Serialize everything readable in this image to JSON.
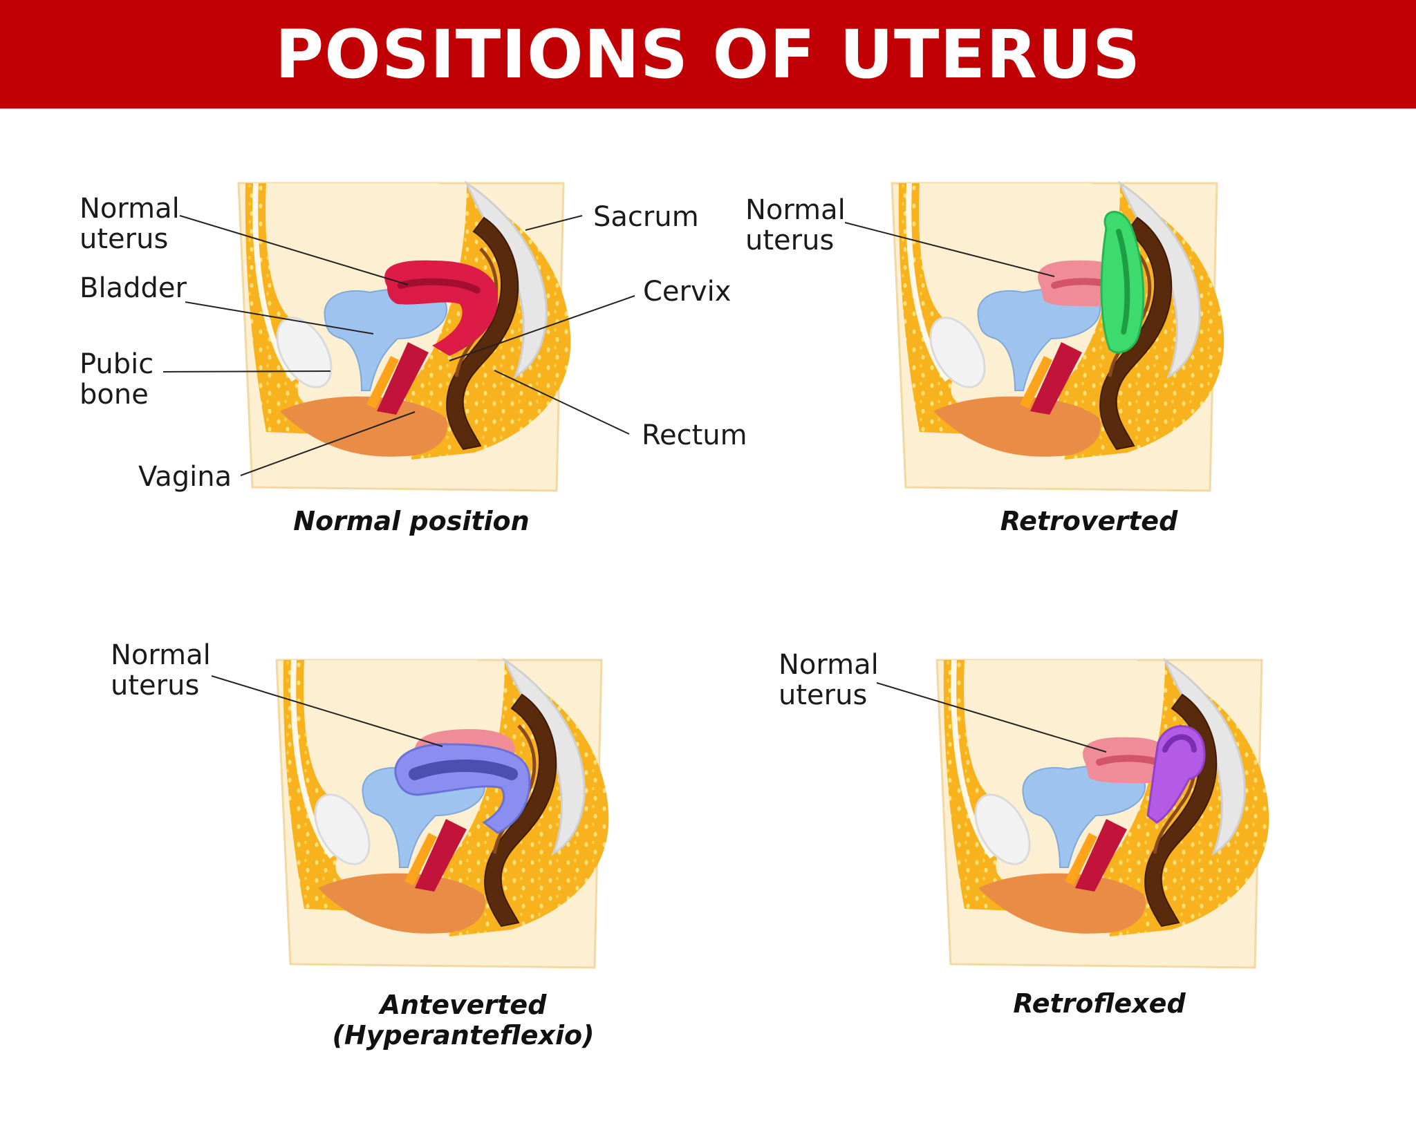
{
  "title": "POSITIONS OF UTERUS",
  "labels": {
    "normal_uterus_1": "Normal",
    "normal_uterus_2": "uterus",
    "bladder": "Bladder",
    "pubic_1": "Pubic",
    "pubic_2": "bone",
    "vagina": "Vagina",
    "sacrum": "Sacrum",
    "cervix": "Cervix",
    "rectum": "Rectum"
  },
  "captions": {
    "normal": "Normal position",
    "retroverted": "Retroverted",
    "anteverted_1": "Anteverted",
    "anteverted_2": "(Hyperanteflexio)",
    "retroflexed": "Retroflexed"
  },
  "colors": {
    "banner": "#c10006",
    "fat": "#f7b21e",
    "skin": "#fdf0d2",
    "bladder": "#9ec3ee",
    "uterus_normal": "#dc1c46",
    "uterus_ghost": "#ef8c98",
    "uterus_retroverted": "#3ddb6e",
    "uterus_anteverted": "#8a8ef0",
    "uterus_retroflexed": "#b35ae6",
    "rectum": "#5a2a0c",
    "pelvic_floor": "#e98c45"
  }
}
